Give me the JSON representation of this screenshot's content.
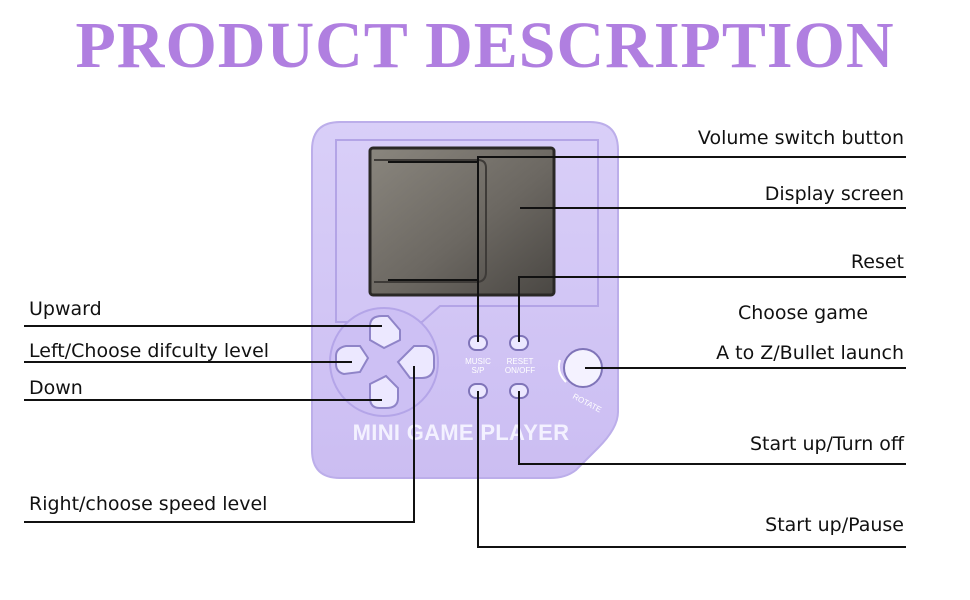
{
  "title": "PRODUCT DESCRIPTION",
  "colors": {
    "title": "#b07fe0",
    "device_body": "#d4c8f6",
    "device_edge": "#bfb0ee",
    "screen": "#6e6a64",
    "leader_line": "#111111"
  },
  "device": {
    "brand_text": "MINI GAME PLAYER",
    "buttons": {
      "music": "MUSIC\nS/P",
      "reset": "RESET\nON/OFF",
      "rotate": "ROTATE"
    }
  },
  "labels": {
    "volume_switch_button": "Volume switch button",
    "display_screen": "Display screen",
    "reset": "Reset",
    "choose_game": "Choose game",
    "a_to_z": "A to Z/Bullet launch",
    "start_up_turn_off": "Start up/Turn off",
    "start_up_pause": "Start up/Pause",
    "upward": "Upward",
    "left_choose_difficulty": "Left/Choose difculty level",
    "down": "Down",
    "right_choose_speed": "Right/choose speed level"
  }
}
